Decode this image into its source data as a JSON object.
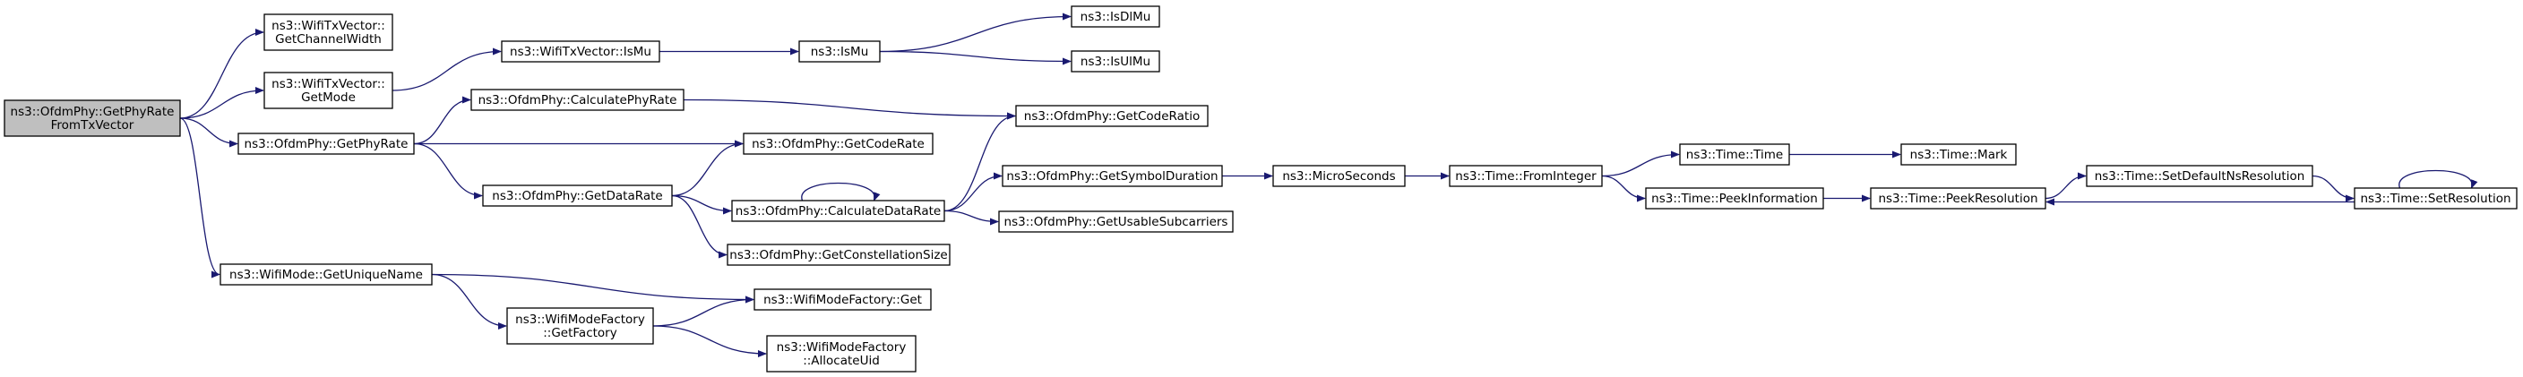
{
  "graph": {
    "edge_color": "#191970",
    "root_fill": "#bfbfbf",
    "node_fill": "#ffffff",
    "nodes": [
      {
        "id": "root",
        "lines": [
          "ns3::OfdmPhy::GetPhyRate",
          "FromTxVector"
        ],
        "root": true
      },
      {
        "id": "getChannelWidth",
        "lines": [
          "ns3::WifiTxVector::",
          "GetChannelWidth"
        ]
      },
      {
        "id": "getMode",
        "lines": [
          "ns3::WifiTxVector::",
          "GetMode"
        ]
      },
      {
        "id": "isMu",
        "lines": [
          "ns3::WifiTxVector::IsMu"
        ]
      },
      {
        "id": "isMuFree",
        "lines": [
          "ns3::IsMu"
        ]
      },
      {
        "id": "isDlMu",
        "lines": [
          "ns3::IsDlMu"
        ]
      },
      {
        "id": "isUlMu",
        "lines": [
          "ns3::IsUlMu"
        ]
      },
      {
        "id": "getPhyRate",
        "lines": [
          "ns3::OfdmPhy::GetPhyRate"
        ]
      },
      {
        "id": "calcPhyRate",
        "lines": [
          "ns3::OfdmPhy::CalculatePhyRate"
        ]
      },
      {
        "id": "getCodeRate",
        "lines": [
          "ns3::OfdmPhy::GetCodeRate"
        ]
      },
      {
        "id": "getCodeRatio",
        "lines": [
          "ns3::OfdmPhy::GetCodeRatio"
        ]
      },
      {
        "id": "getDataRate",
        "lines": [
          "ns3::OfdmPhy::GetDataRate"
        ]
      },
      {
        "id": "calcDataRate",
        "lines": [
          "ns3::OfdmPhy::CalculateDataRate"
        ]
      },
      {
        "id": "getConstSize",
        "lines": [
          "ns3::OfdmPhy::GetConstellationSize"
        ]
      },
      {
        "id": "getSymbolDuration",
        "lines": [
          "ns3::OfdmPhy::GetSymbolDuration"
        ]
      },
      {
        "id": "getUsableSubcarriers",
        "lines": [
          "ns3::OfdmPhy::GetUsableSubcarriers"
        ]
      },
      {
        "id": "microSeconds",
        "lines": [
          "ns3::MicroSeconds"
        ]
      },
      {
        "id": "fromInteger",
        "lines": [
          "ns3::Time::FromInteger"
        ]
      },
      {
        "id": "timeTime",
        "lines": [
          "ns3::Time::Time"
        ]
      },
      {
        "id": "timeMark",
        "lines": [
          "ns3::Time::Mark"
        ]
      },
      {
        "id": "peekInformation",
        "lines": [
          "ns3::Time::PeekInformation"
        ]
      },
      {
        "id": "peekResolution",
        "lines": [
          "ns3::Time::PeekResolution"
        ]
      },
      {
        "id": "setDefaultNsRes",
        "lines": [
          "ns3::Time::SetDefaultNsResolution"
        ]
      },
      {
        "id": "setResolution",
        "lines": [
          "ns3::Time::SetResolution"
        ]
      },
      {
        "id": "getUniqueName",
        "lines": [
          "ns3::WifiMode::GetUniqueName"
        ]
      },
      {
        "id": "factoryGet",
        "lines": [
          "ns3::WifiModeFactory::Get"
        ]
      },
      {
        "id": "getFactory",
        "lines": [
          "ns3::WifiModeFactory",
          "::GetFactory"
        ]
      },
      {
        "id": "allocateUid",
        "lines": [
          "ns3::WifiModeFactory",
          "::AllocateUid"
        ]
      }
    ],
    "edges": [
      [
        "root",
        "getChannelWidth"
      ],
      [
        "root",
        "getMode"
      ],
      [
        "root",
        "getPhyRate"
      ],
      [
        "root",
        "getUniqueName"
      ],
      [
        "getMode",
        "isMu"
      ],
      [
        "isMu",
        "isMuFree"
      ],
      [
        "isMuFree",
        "isDlMu"
      ],
      [
        "isMuFree",
        "isUlMu"
      ],
      [
        "getPhyRate",
        "calcPhyRate"
      ],
      [
        "getPhyRate",
        "getCodeRate"
      ],
      [
        "getPhyRate",
        "getDataRate"
      ],
      [
        "calcPhyRate",
        "getCodeRatio"
      ],
      [
        "getDataRate",
        "getCodeRate"
      ],
      [
        "getDataRate",
        "calcDataRate"
      ],
      [
        "getDataRate",
        "getConstSize"
      ],
      [
        "calcDataRate",
        "calcDataRate"
      ],
      [
        "calcDataRate",
        "getCodeRatio"
      ],
      [
        "calcDataRate",
        "getSymbolDuration"
      ],
      [
        "calcDataRate",
        "getUsableSubcarriers"
      ],
      [
        "getSymbolDuration",
        "microSeconds"
      ],
      [
        "microSeconds",
        "fromInteger"
      ],
      [
        "fromInteger",
        "timeTime"
      ],
      [
        "fromInteger",
        "peekInformation"
      ],
      [
        "timeTime",
        "timeMark"
      ],
      [
        "peekInformation",
        "peekResolution"
      ],
      [
        "peekResolution",
        "setDefaultNsRes"
      ],
      [
        "setDefaultNsRes",
        "setResolution"
      ],
      [
        "setResolution",
        "peekResolution"
      ],
      [
        "setResolution",
        "setResolution"
      ],
      [
        "getUniqueName",
        "factoryGet"
      ],
      [
        "getUniqueName",
        "getFactory"
      ],
      [
        "getFactory",
        "factoryGet"
      ],
      [
        "getFactory",
        "allocateUid"
      ]
    ]
  }
}
